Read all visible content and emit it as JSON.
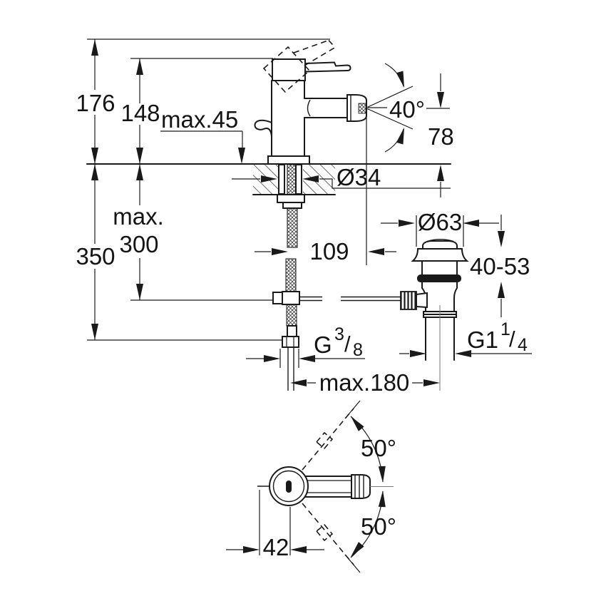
{
  "drawing": {
    "background": "#ffffff",
    "line_color": "#1a1a1a",
    "views": {
      "side": "side-elevation-with-deck-section",
      "waste": "pop-up-waste-assembly",
      "plan": "plan-view-handle-swivel"
    },
    "dims": {
      "height_total": "176",
      "height_body": "148",
      "deck_thickness_max": "max.45",
      "spray_angle": "40°",
      "spout_outlet_height": "78",
      "deck_hole_dia": "Ø34",
      "depth_below_total": "350",
      "hose_length_line1": "max.",
      "hose_length_line2": "300",
      "spout_projection": "109",
      "waste_flange_dia": "Ø63",
      "waste_clamp_range": "40-53",
      "supply_thread": {
        "prefix": "G",
        "numerator": "3",
        "slash": "/",
        "denominator": "8"
      },
      "waste_thread": {
        "prefix": "G1",
        "numerator": "1",
        "slash": "/",
        "denominator": "4"
      },
      "rod_reach_max": "max.180",
      "handle_swivel_upper": "50°",
      "handle_swivel_lower": "50°",
      "body_center_offset": "42"
    }
  }
}
